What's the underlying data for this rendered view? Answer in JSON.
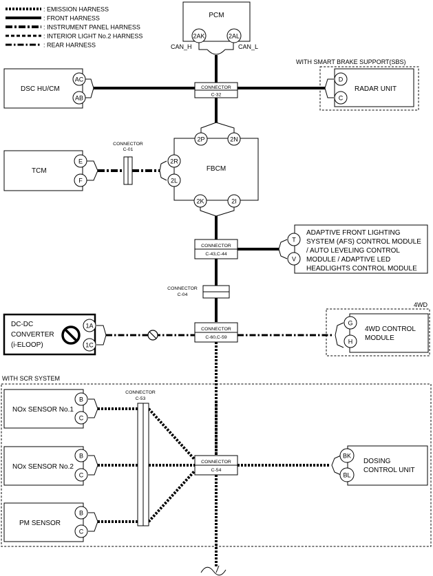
{
  "legend": [
    {
      "style": "emission",
      "label": ": EMISSION HARNESS"
    },
    {
      "style": "front",
      "label": ": FRONT HARNESS"
    },
    {
      "style": "instrument",
      "label": ": INSTRUMENT PANEL HARNESS"
    },
    {
      "style": "interior",
      "label": ": INTERIOR LIGHT No.2 HARNESS"
    },
    {
      "style": "rear",
      "label": ": REAR HARNESS"
    }
  ],
  "modules": {
    "pcm": {
      "label": "PCM",
      "pins": [
        "2AK",
        "2AL"
      ],
      "can_h": "CAN_H",
      "can_l": "CAN_L"
    },
    "dsc": {
      "label": "DSC HU/CM",
      "pins": [
        "AC",
        "AB"
      ]
    },
    "radar": {
      "label": "RADAR UNIT",
      "pins": [
        "D",
        "C"
      ],
      "group": "WITH SMART BRAKE SUPPORT(SBS)"
    },
    "tcm": {
      "label": "TCM",
      "pins": [
        "E",
        "F"
      ]
    },
    "fbcm": {
      "label": "FBCM",
      "pins": [
        "2P",
        "2N",
        "2R",
        "2L",
        "2K",
        "2I"
      ]
    },
    "afs": {
      "label_lines": [
        "ADAPTIVE FRONT LIGHTING",
        "SYSTEM (AFS) CONTROL MODULE",
        "/ AUTO LEVELING CONTROL",
        "MODULE / ADAPTIVE LED",
        "HEADLIGHTS CONTROL MODULE"
      ],
      "pins": [
        "T",
        "V"
      ]
    },
    "dcdc": {
      "label_lines": [
        "DC-DC",
        "CONVERTER",
        "(i-ELOOP)"
      ],
      "pins": [
        "1A",
        "1C"
      ]
    },
    "awd": {
      "label_lines": [
        "4WD CONTROL",
        "MODULE"
      ],
      "pins": [
        "G",
        "H"
      ],
      "group": "4WD"
    },
    "nox1": {
      "label": "NOx SENSOR No.1",
      "pins": [
        "B",
        "C"
      ]
    },
    "nox2": {
      "label": "NOx SENSOR No.2",
      "pins": [
        "B",
        "C"
      ]
    },
    "pm": {
      "label": "PM SENSOR",
      "pins": [
        "B",
        "C"
      ]
    },
    "dosing": {
      "label_lines": [
        "DOSING",
        "CONTROL UNIT"
      ],
      "pins": [
        "BK",
        "BL"
      ]
    }
  },
  "scr_group": "WITH SCR SYSTEM",
  "connectors": {
    "c32": {
      "title": "CONNECTOR",
      "id": "C-32"
    },
    "c01": {
      "title": "CONNECTOR",
      "id": "C-01"
    },
    "c43": {
      "title": "CONNECTOR",
      "id": "C-43,C-44"
    },
    "c04": {
      "title": "CONNECTOR",
      "id": "C-04"
    },
    "c60": {
      "title": "CONNECTOR",
      "id": "C-60,C-59"
    },
    "c53": {
      "title": "CONNECTOR",
      "id": "C-53"
    },
    "c54": {
      "title": "CONNECTOR",
      "id": "C-54"
    }
  }
}
